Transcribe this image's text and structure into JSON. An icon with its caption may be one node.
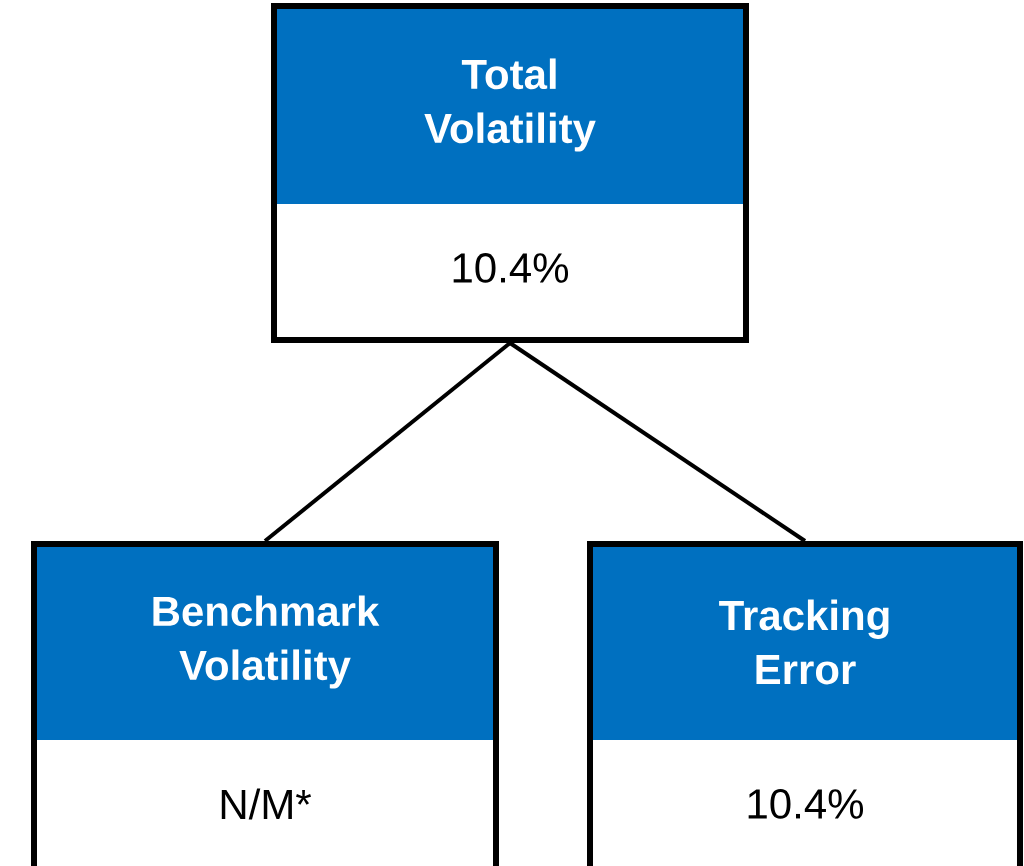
{
  "diagram": {
    "nodes": [
      {
        "text": [
          "Total Volatility",
          "10.4%"
        ]
      },
      {
        "text": [
          "Benchmark Volatility",
          "N/M*"
        ]
      },
      {
        "text": [
          "Tracking Error",
          "10.4%"
        ]
      }
    ],
    "edges": [
      {
        "from": 0,
        "to": 1,
        "arrow": "none"
      },
      {
        "from": 0,
        "to": 2,
        "arrow": "none"
      }
    ]
  }
}
